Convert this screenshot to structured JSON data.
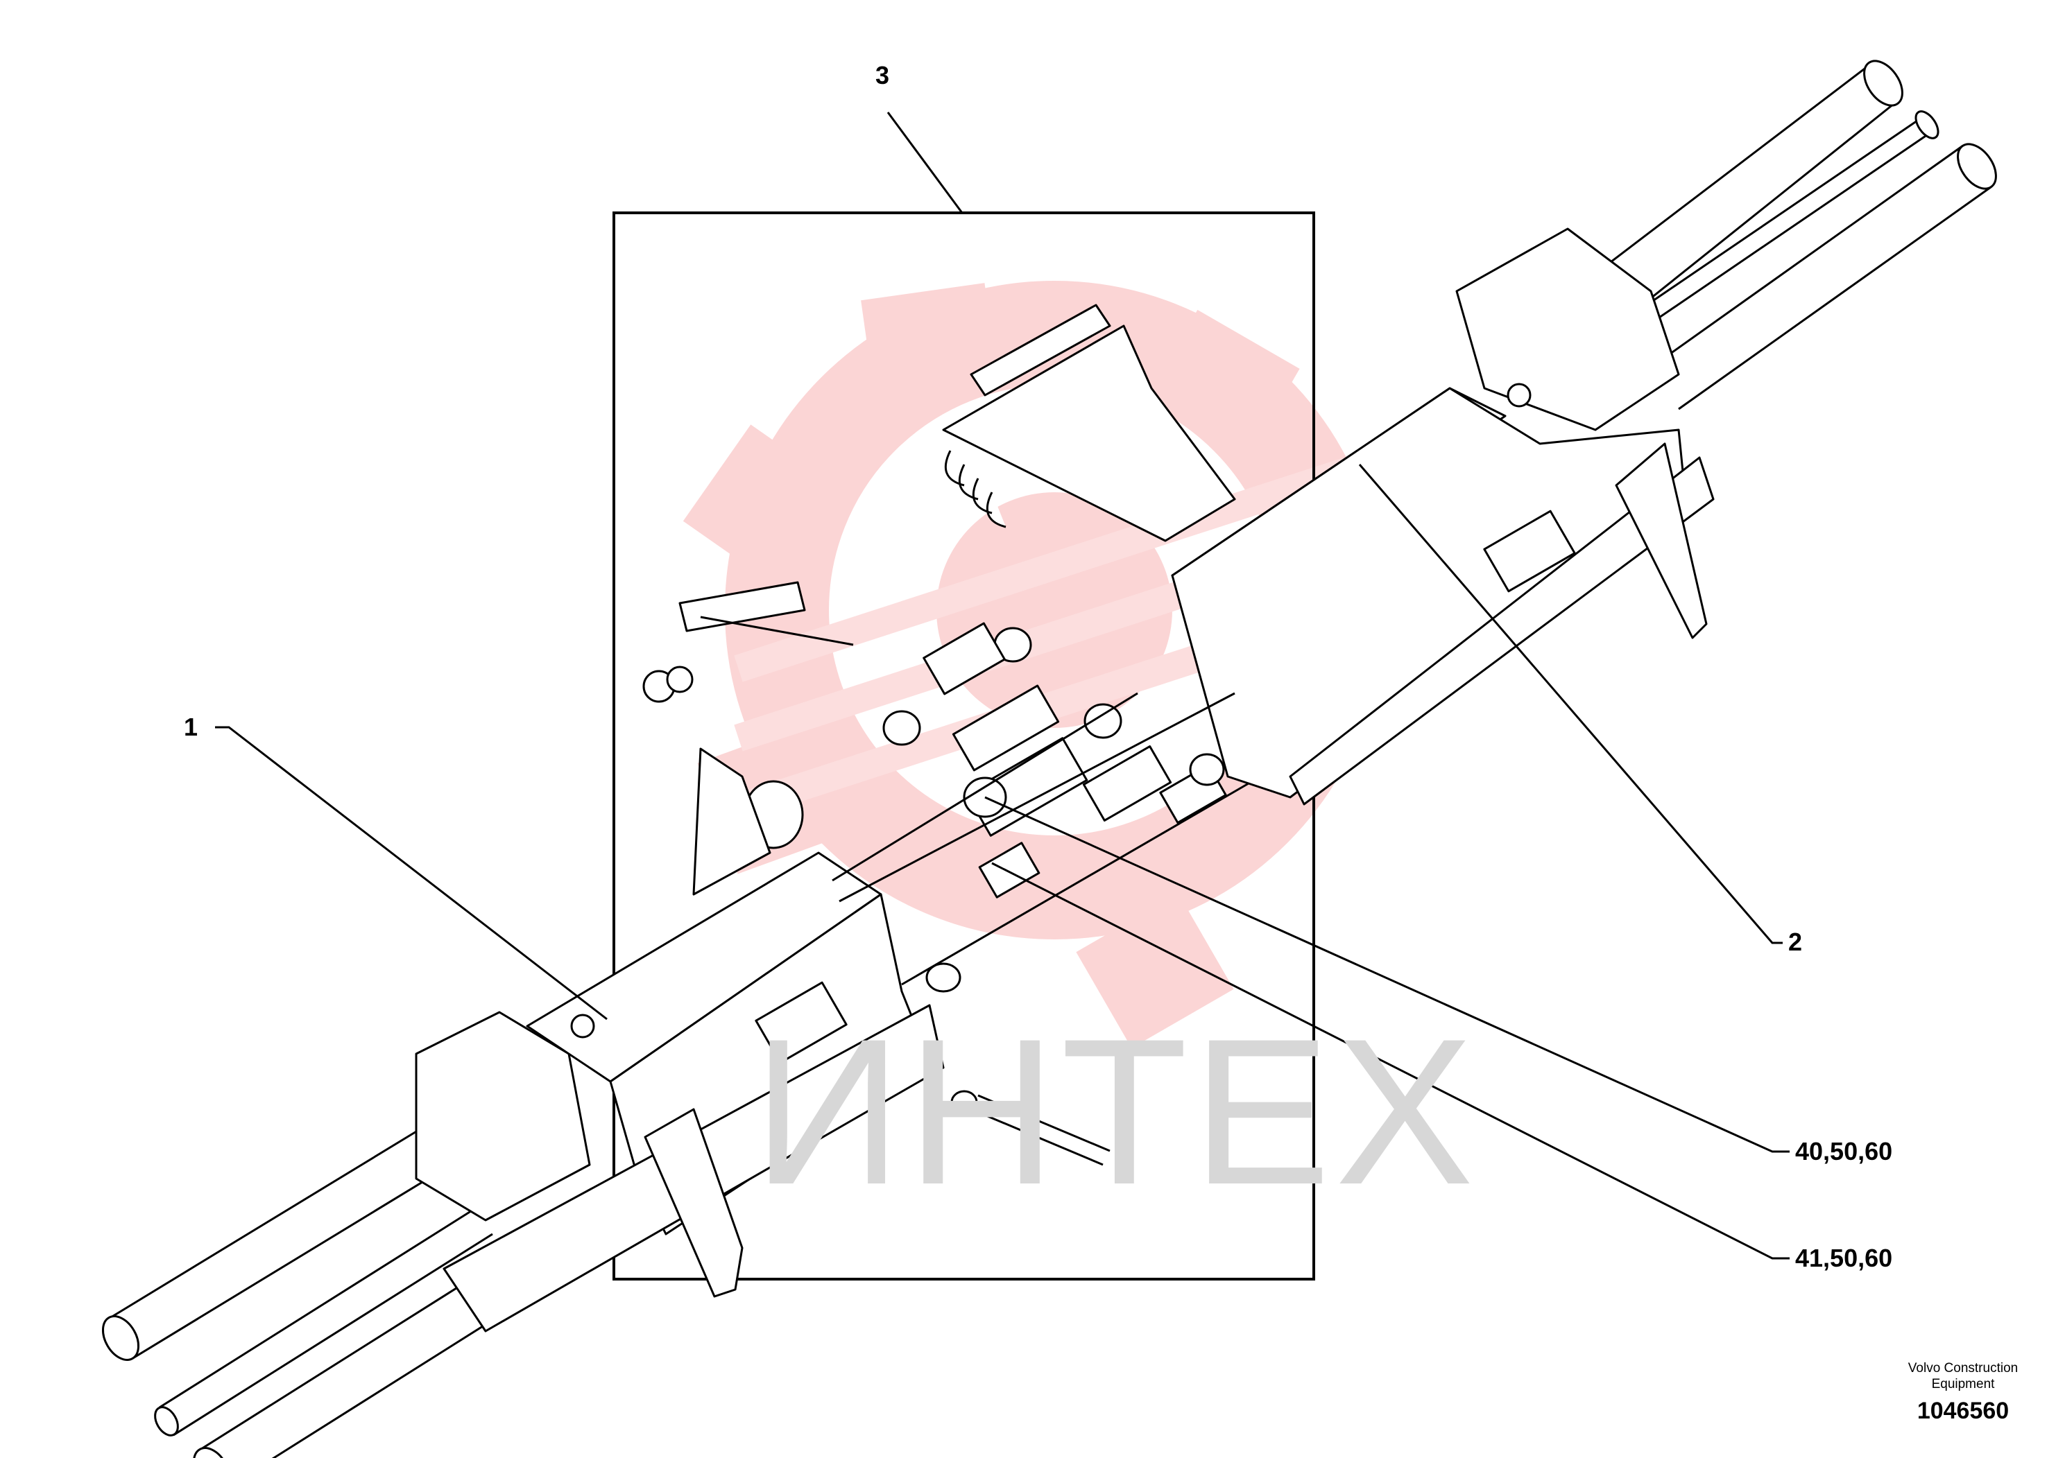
{
  "watermark": {
    "text": "ИНТЕХ",
    "color": "#f5a3a3"
  },
  "callouts": [
    {
      "id": "1",
      "label": "1"
    },
    {
      "id": "2",
      "label": "2"
    },
    {
      "id": "3",
      "label": "3"
    },
    {
      "id": "40",
      "label": "40,50,60"
    },
    {
      "id": "41",
      "label": "41,50,60"
    }
  ],
  "footer": {
    "brand": "Volvo Construction\nEquipment",
    "part_number": "1046560"
  }
}
